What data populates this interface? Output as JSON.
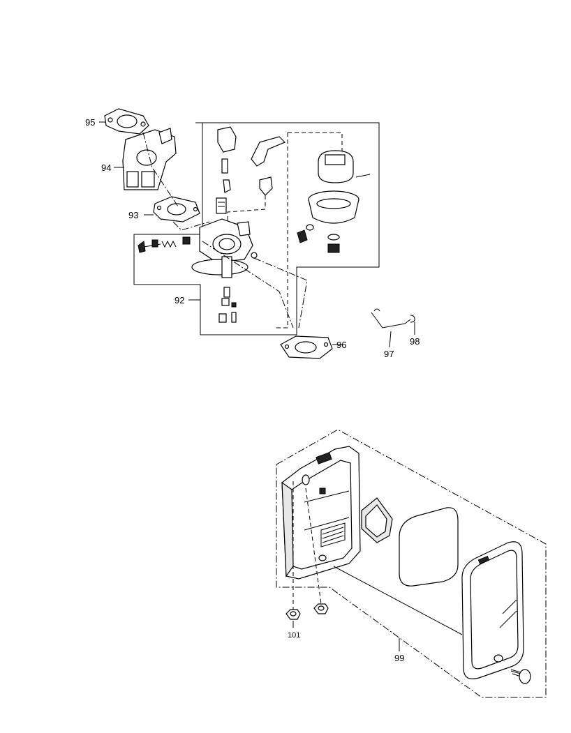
{
  "callouts": {
    "c95": "95",
    "c94": "94",
    "c93": "93",
    "c92": "92",
    "c96": "96",
    "c97": "97",
    "c98": "98",
    "c101": "101",
    "c99": "99"
  }
}
